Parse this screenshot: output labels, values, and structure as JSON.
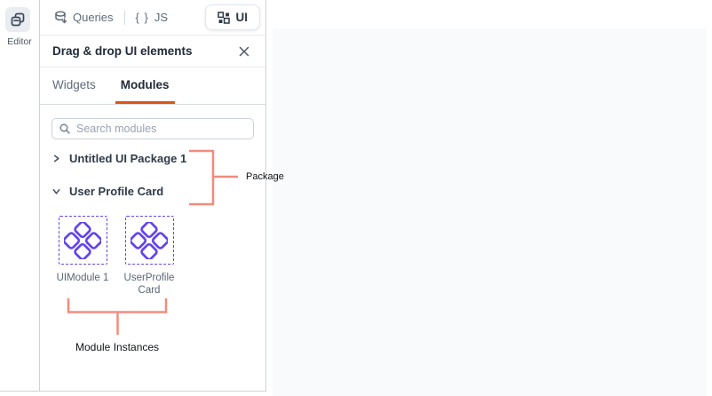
{
  "left_rail": {
    "editor_label": "Editor"
  },
  "top_bar": {
    "queries_label": "Queries",
    "js_braces": "{ }",
    "js_label": "JS",
    "ui_label": "UI"
  },
  "panel": {
    "title": "Drag & drop UI elements",
    "tabs": [
      {
        "label": "Widgets",
        "active": false
      },
      {
        "label": "Modules",
        "active": true
      }
    ],
    "search_placeholder": "Search modules",
    "tree": [
      {
        "label": "Untitled UI Package 1",
        "state": "collapsed"
      },
      {
        "label": "User Profile Card",
        "state": "expanded"
      }
    ],
    "modules": [
      {
        "label": "UIModule 1"
      },
      {
        "label": "UserProfileCard"
      }
    ]
  },
  "annotations": {
    "package_label": "Package",
    "module_instances_label": "Module Instances",
    "line_color": "#F28C7E"
  },
  "colors": {
    "accent_orange": "#DD5414",
    "module_purple": "#6344EE",
    "canvas_bg": "#F8FAFC"
  }
}
